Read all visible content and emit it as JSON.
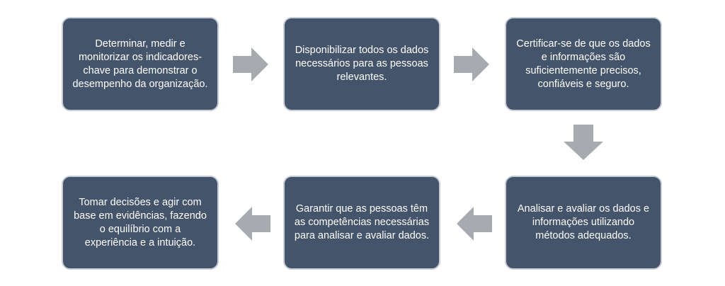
{
  "steps": [
    {
      "text": "Determinar, medir e\nmonitorizar os indicadores-\nchave para demonstrar o\ndesempenho da organização."
    },
    {
      "text": "Disponibilizar todos os dados\nnecessários para as pessoas\nrelevantes."
    },
    {
      "text": "Certificar-se de que os dados\ne informações são\nsuficientemente precisos,\nconfiáveis e seguro."
    },
    {
      "text": "Analisar e avaliar os dados e\ninformações utilizando\nmétodos adequados."
    },
    {
      "text": "Garantir que as pessoas têm\nas competências necessárias\npara analisar e avaliar dados."
    },
    {
      "text": "Tomar decisões e agir com\nbase em evidências, fazendo\no equilíbrio com a\nexperiência e a intuição."
    }
  ],
  "colors": {
    "box_fill": "#44546a",
    "box_border": "#c9ced6",
    "box_text": "#ffffff",
    "arrow": "#a7abb0"
  }
}
